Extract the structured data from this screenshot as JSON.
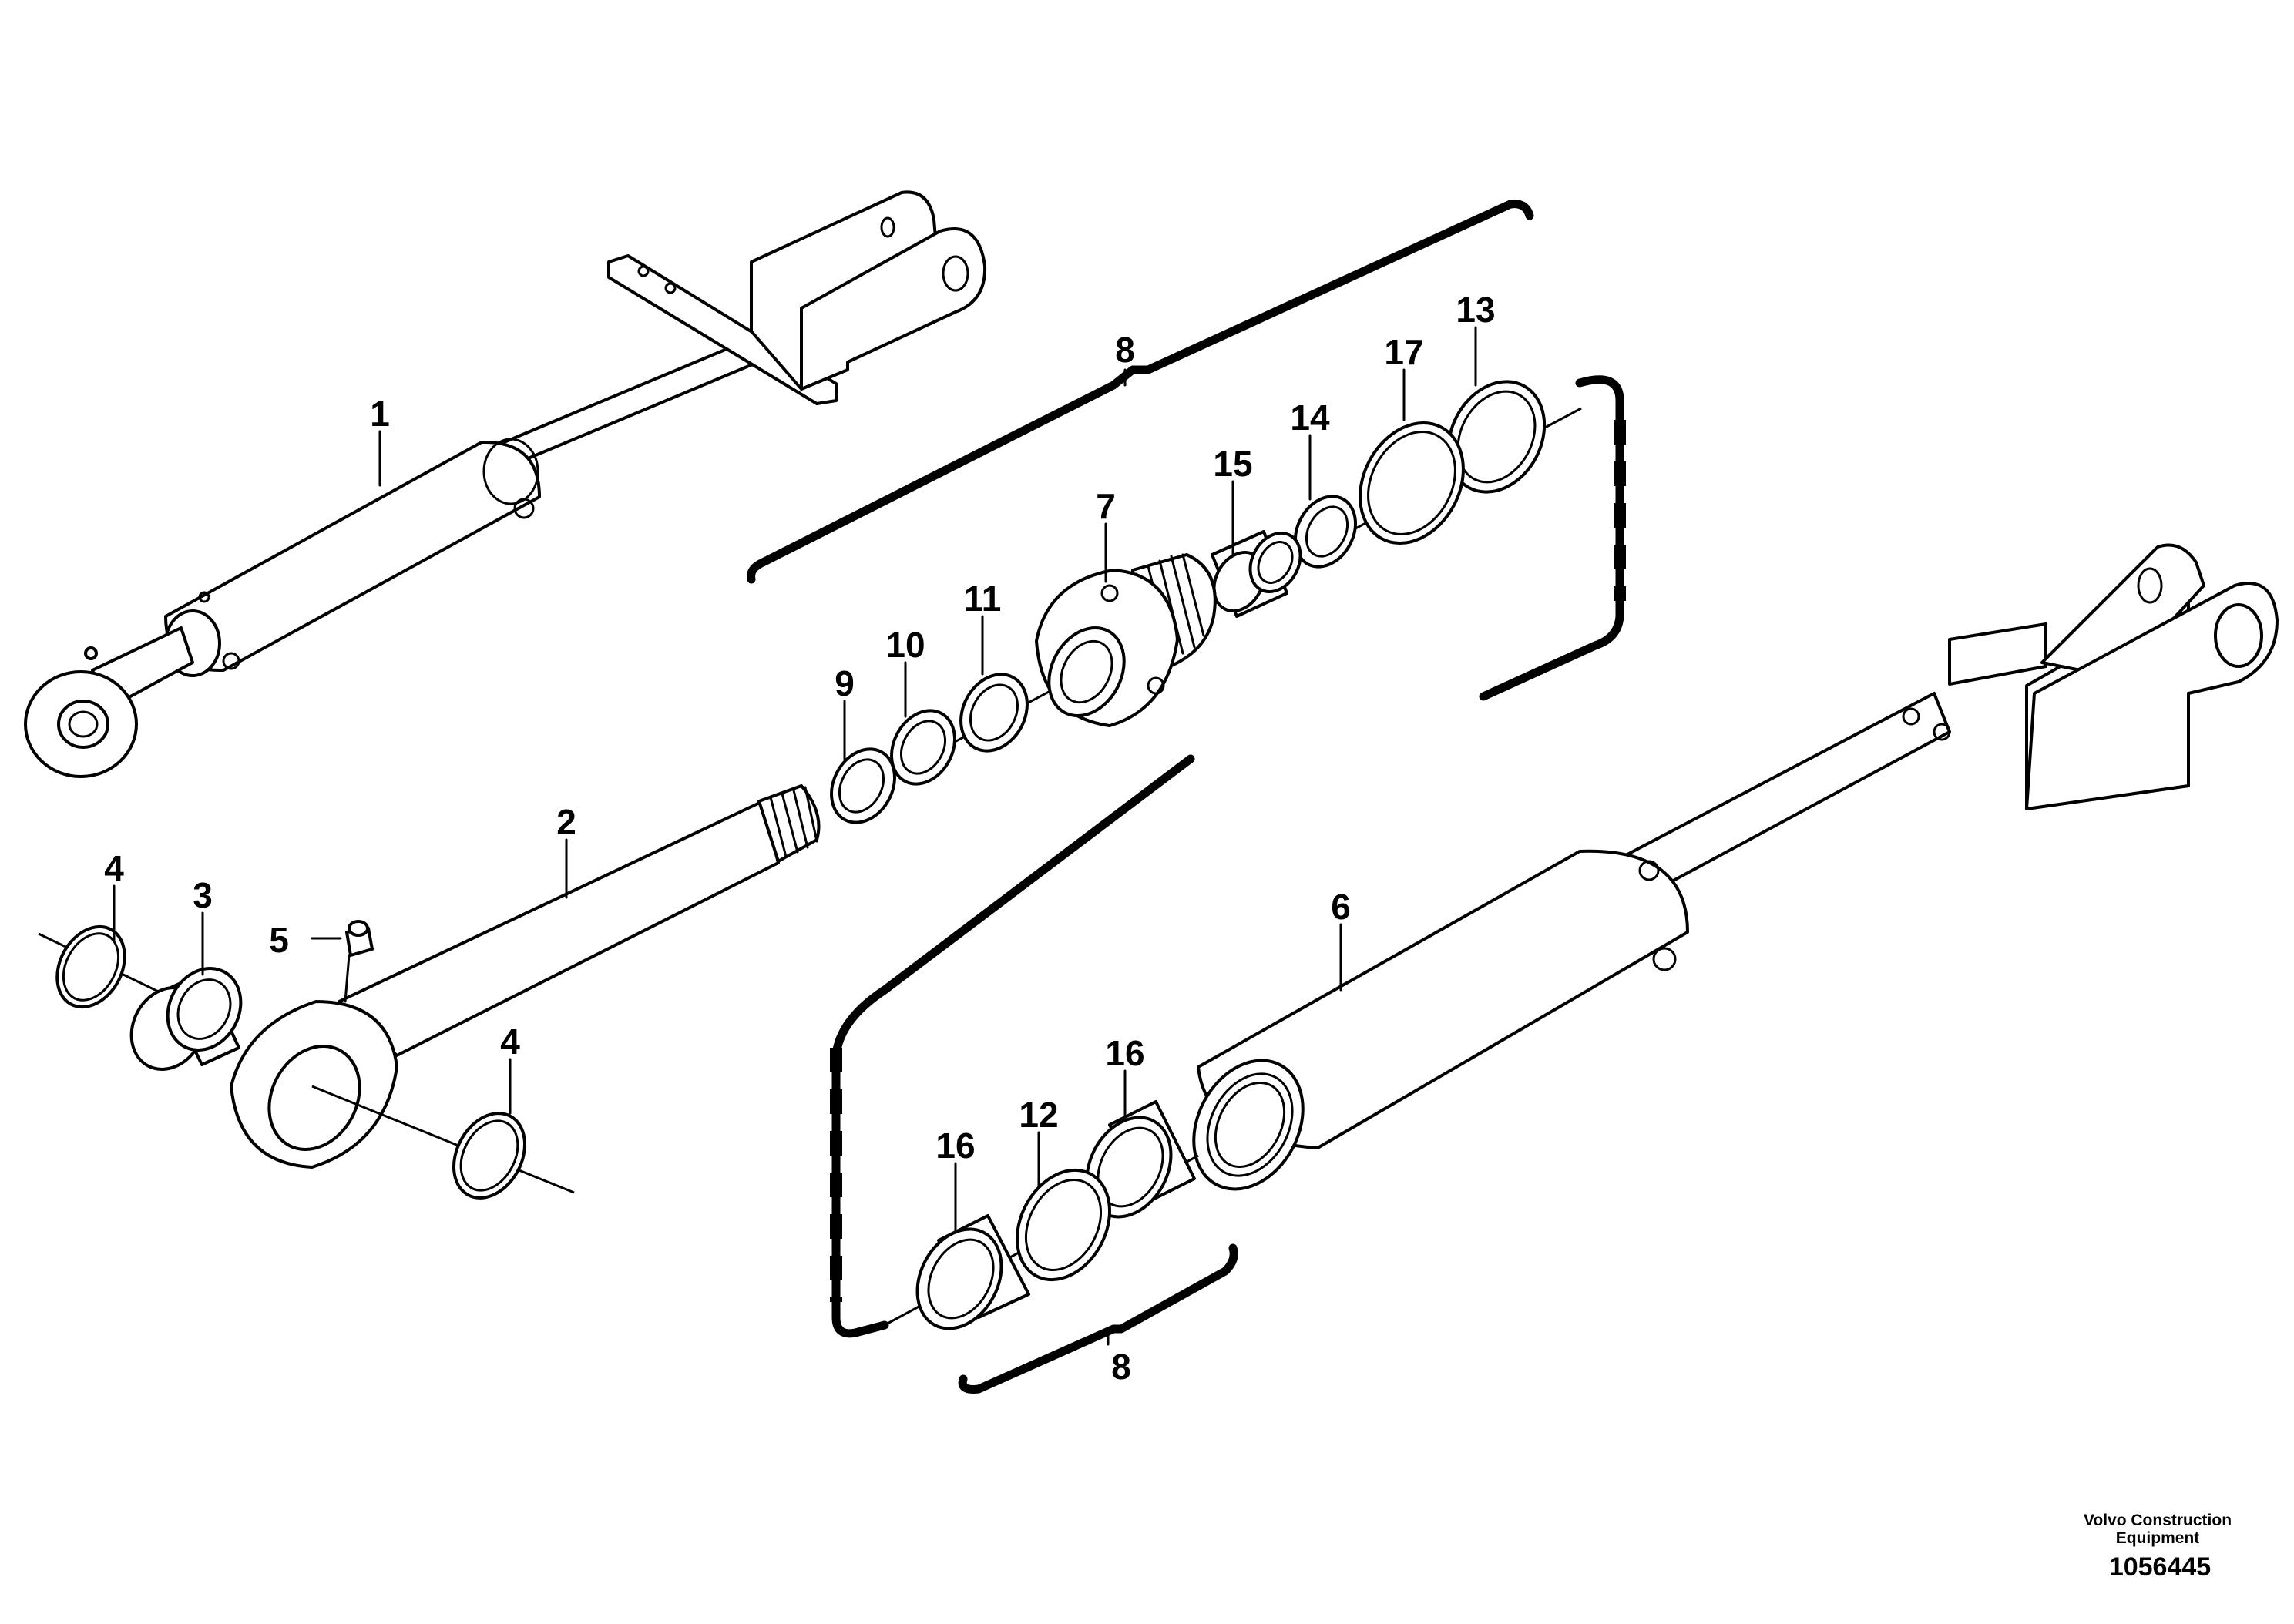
{
  "labels": {
    "p1": "1",
    "p2": "2",
    "p3": "3",
    "p4a": "4",
    "p4b": "4",
    "p5": "5",
    "p6": "6",
    "p7": "7",
    "p8a": "8",
    "p8b": "8",
    "p9": "9",
    "p10": "10",
    "p11": "11",
    "p12": "12",
    "p13": "13",
    "p14": "14",
    "p15": "15",
    "p16a": "16",
    "p16b": "16",
    "p17": "17"
  },
  "footer": {
    "company_line1": "Volvo Construction",
    "company_line2": "Equipment",
    "doc_number": "1056445"
  }
}
